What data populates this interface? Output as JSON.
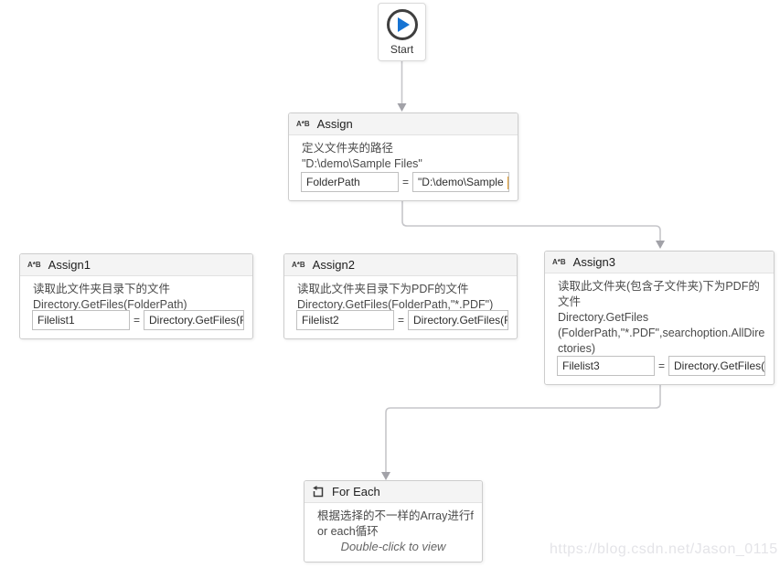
{
  "labels": {
    "equals": "="
  },
  "colors": {
    "accent_blue": "#1673d2",
    "connector_line": "#c6c6ca",
    "arrowhead": "#a2a2a8",
    "header_bg": "#f4f4f4",
    "box_border": "#cdcdcd",
    "caret_orange": "#e09b2d"
  },
  "start": {
    "label": "Start"
  },
  "assign": {
    "icon": "A*B",
    "title": "Assign",
    "annotation": [
      "定义文件夹的路径",
      "\"D:\\demo\\Sample Files\""
    ],
    "to": "FolderPath",
    "value": "\"D:\\demo\\Sample "
  },
  "assign1": {
    "icon": "A*B",
    "title": "Assign1",
    "annotation": [
      "读取此文件夹目录下的文件",
      "Directory.GetFiles(FolderPath)"
    ],
    "to": "Filelist1",
    "value": "Directory.GetFiles(F"
  },
  "assign2": {
    "icon": "A*B",
    "title": "Assign2",
    "annotation": [
      "读取此文件夹目录下为PDF的文件",
      "Directory.GetFiles(FolderPath,\"*.PDF\")"
    ],
    "to": "Filelist2",
    "value": "Directory.GetFiles(F"
  },
  "assign3": {
    "icon": "A*B",
    "title": "Assign3",
    "annotation": [
      "读取此文件夹(包含子文件夹)下为PDF的文件",
      "Directory.GetFiles",
      "(FolderPath,\"*.PDF\",searchoption.AllDirectories)"
    ],
    "to": "Filelist3",
    "value": "Directory.GetFiles(F"
  },
  "for_each": {
    "title": "For Each",
    "annotation": [
      "根据选择的不一样的Array进行for each循环"
    ],
    "footer": "Double-click to view"
  },
  "watermark": "https://blog.csdn.net/Jason_0115"
}
